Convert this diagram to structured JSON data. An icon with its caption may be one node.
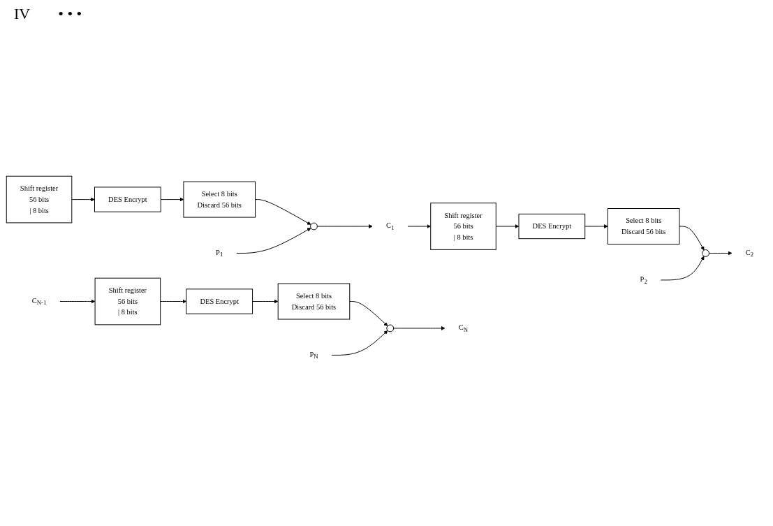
{
  "diagram": {
    "nodes": [
      {
        "text": [
          "Shift register",
          "56 bits",
          "| 8 bits"
        ]
      },
      {
        "text": [
          "DES Encrypt"
        ]
      },
      {
        "text": [
          "Select 8 bits",
          "Discard 56 bits"
        ]
      },
      {
        "text": [],
        "shape": "circle"
      },
      {
        "text": [
          "P$_{1}$"
        ]
      },
      {
        "text": [
          "C$_{1}$"
        ]
      },
      {
        "text": [
          "Shift register",
          "56 bits",
          "| 8 bits"
        ]
      },
      {
        "text": [
          "DES Encrypt"
        ]
      },
      {
        "text": [
          "Select 8 bits",
          "Discard 56 bits"
        ]
      },
      {
        "text": [],
        "shape": "circle"
      },
      {
        "text": [
          "P$_{2}$"
        ]
      },
      {
        "text": [
          "C$_{2}$"
        ]
      },
      {
        "text": [
          "C$_{N-1}$"
        ]
      },
      {
        "text": [
          "Shift register",
          "56 bits",
          "| 8 bits"
        ]
      },
      {
        "text": [
          "DES Encrypt"
        ]
      },
      {
        "text": [
          "Select 8 bits",
          "Discard 56 bits"
        ]
      },
      {
        "text": [],
        "shape": "circle"
      },
      {
        "text": [
          "P$_{N}$"
        ]
      },
      {
        "text": [
          "C$_{N}$"
        ]
      }
    ],
    "edges": [
      {
        "from": 0,
        "to": 1,
        "arrow": "to"
      },
      {
        "from": 1,
        "to": 2,
        "arrow": "to"
      },
      {
        "from": 2,
        "to": 3,
        "arrow": "to"
      },
      {
        "from": 4,
        "to": 3,
        "arrow": "to"
      },
      {
        "from": 3,
        "to": 5,
        "arrow": "to"
      },
      {
        "from": 5,
        "to": 6,
        "arrow": "to"
      },
      {
        "from": 6,
        "to": 7,
        "arrow": "to"
      },
      {
        "from": 7,
        "to": 8,
        "arrow": "to"
      },
      {
        "from": 8,
        "to": 9,
        "arrow": "to"
      },
      {
        "from": 10,
        "to": 9,
        "arrow": "to"
      },
      {
        "from": 9,
        "to": 11,
        "arrow": "to"
      },
      {
        "from": 12,
        "to": 13,
        "arrow": "to"
      },
      {
        "from": 13,
        "to": 14,
        "arrow": "to"
      },
      {
        "from": 14,
        "to": 15,
        "arrow": "to"
      },
      {
        "from": 15,
        "to": 16,
        "arrow": "to"
      },
      {
        "from": 17,
        "to": 16,
        "arrow": "to"
      },
      {
        "from": 16,
        "to": 18,
        "arrow": "to"
      }
    ],
    "labels": [
      "IV",
      "• • •"
    ]
  }
}
